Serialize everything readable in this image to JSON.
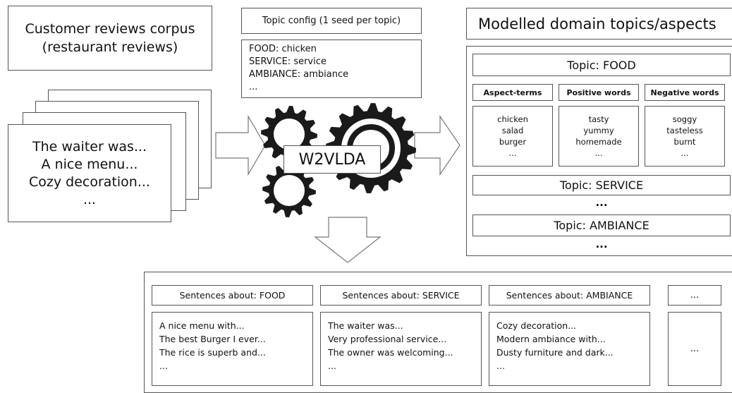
{
  "corpus": {
    "title_line1": "Customer reviews corpus",
    "title_line2": "(restaurant reviews)",
    "doc_lines": [
      "The waiter was...",
      "A nice menu...",
      "Cozy decoration...",
      "..."
    ]
  },
  "topic_config": {
    "title": "Topic config (1 seed per topic)",
    "lines": [
      "FOOD: chicken",
      "SERVICE: service",
      "AMBIANCE: ambiance",
      "..."
    ]
  },
  "engine": {
    "label": "W2VLDA"
  },
  "modelled": {
    "title": "Modelled domain topics/aspects",
    "food": {
      "title": "Topic: FOOD",
      "columns": [
        {
          "header": "Aspect-terms",
          "words": [
            "chicken",
            "salad",
            "burger",
            "..."
          ]
        },
        {
          "header": "Positive words",
          "words": [
            "tasty",
            "yummy",
            "homemade",
            "..."
          ]
        },
        {
          "header": "Negative words",
          "words": [
            "soggy",
            "tasteless",
            "burnt",
            "..."
          ]
        }
      ]
    },
    "service_title": "Topic: SERVICE",
    "ambiance_title": "Topic: AMBIANCE",
    "ellipsis": "..."
  },
  "sentences": {
    "groups": [
      {
        "title": "Sentences about: FOOD",
        "lines": [
          "A nice menu with...",
          "The best Burger I ever...",
          "The rice is superb and...",
          "..."
        ]
      },
      {
        "title": "Sentences about: SERVICE",
        "lines": [
          "The waiter was...",
          "Very professional service...",
          "The owner was welcoming...",
          "..."
        ]
      },
      {
        "title": "Sentences about: AMBIANCE",
        "lines": [
          "Cozy decoration...",
          "Modern ambiance with...",
          "Dusty furniture and dark...",
          "..."
        ]
      }
    ],
    "extra_title": "...",
    "extra_body": "..."
  }
}
